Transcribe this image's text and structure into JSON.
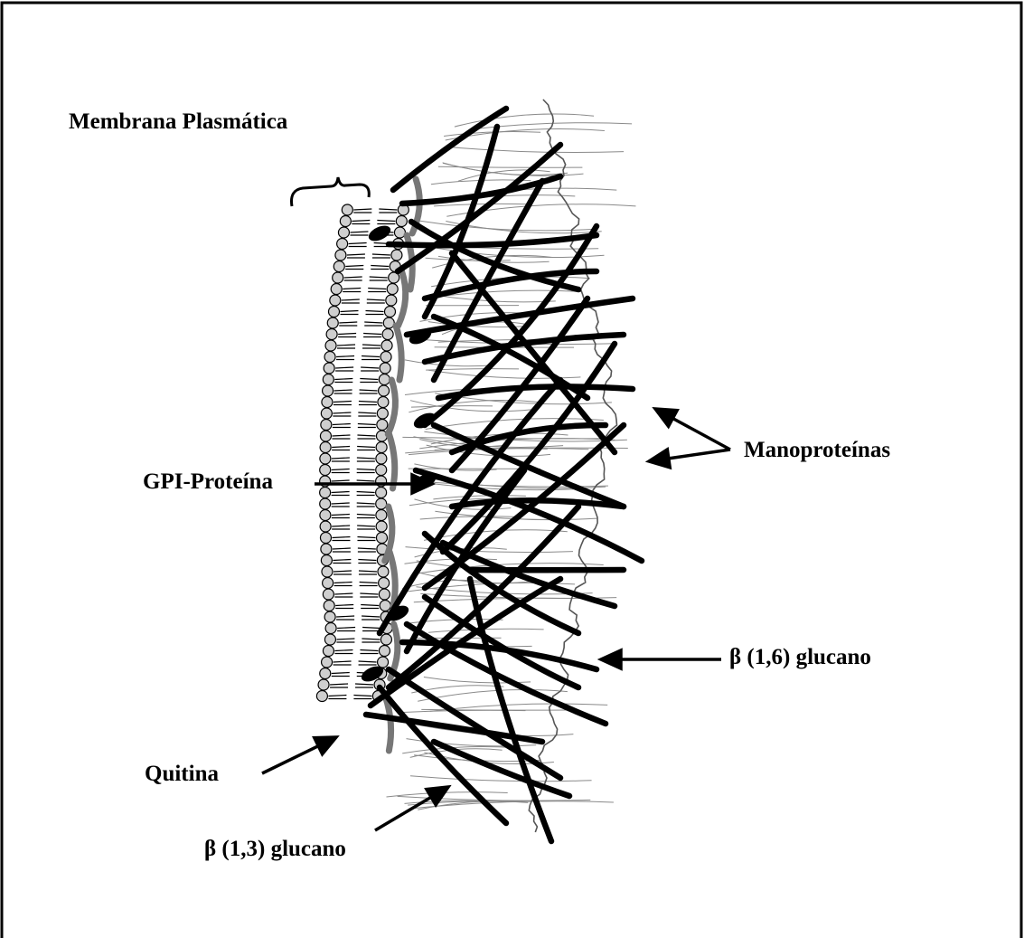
{
  "labels": {
    "membrana": "Membrana Plasmática",
    "gpi": "GPI-Proteína",
    "manoproteinas": "Manoproteínas",
    "b16": "β (1,6) glucano",
    "quitina": "Quitina",
    "b13": "β (1,3) glucano"
  },
  "colors": {
    "ink": "#000000",
    "background": "#ffffff",
    "head": "#cfcfcf"
  }
}
